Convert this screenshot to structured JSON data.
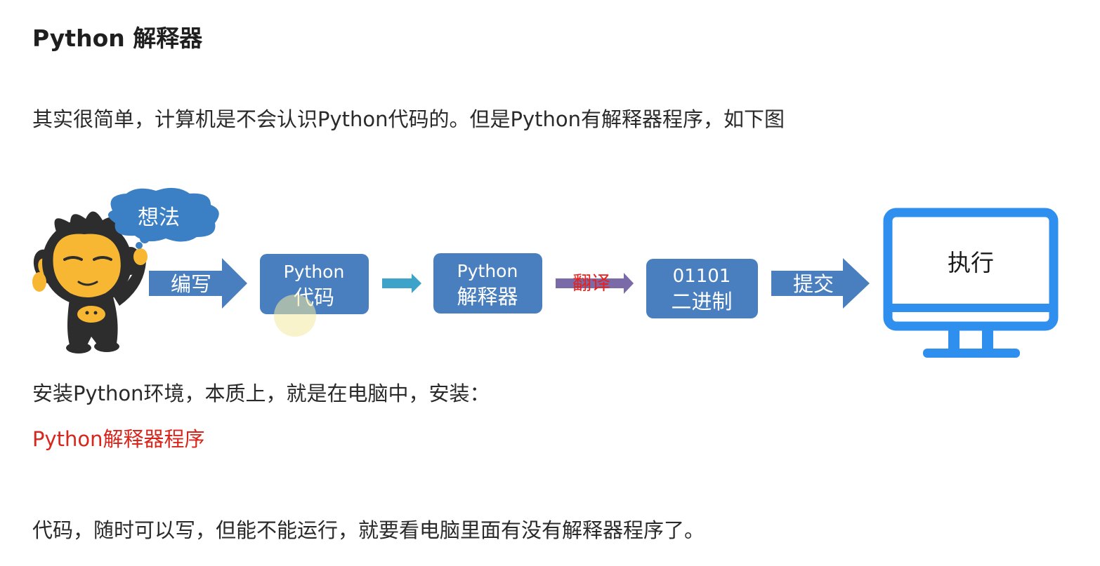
{
  "heading": "Python 解释器",
  "intro": "其实很简单，计算机是不会认识Python代码的。但是Python有解释器程序，如下图",
  "diagram": {
    "thought": "想法",
    "write_label": "编写",
    "code_box": {
      "line1": "Python",
      "line2": "代码"
    },
    "interpreter_box": {
      "line1": "Python",
      "line2": "解释器"
    },
    "translate_label": "翻译",
    "binary_box": {
      "line1": "01101",
      "line2": "二进制"
    },
    "submit_label": "提交",
    "execute_label": "执行",
    "colors": {
      "box": "#4a7fbf",
      "arrow": "#4a7fbf",
      "small_arrow": "#3ea3c9",
      "translate_arrow": "#7b6aa8",
      "translate_text": "#e8201b",
      "monitor": "#2e8fef",
      "monkey_body": "#2d2d2d",
      "monkey_face": "#f7b733"
    }
  },
  "install_text": "安装Python环境，本质上，就是在电脑中，安装：",
  "install_highlight": "Python解释器程序",
  "conclusion": "代码，随时可以写，但能不能运行，就要看电脑里面有没有解释器程序了。"
}
